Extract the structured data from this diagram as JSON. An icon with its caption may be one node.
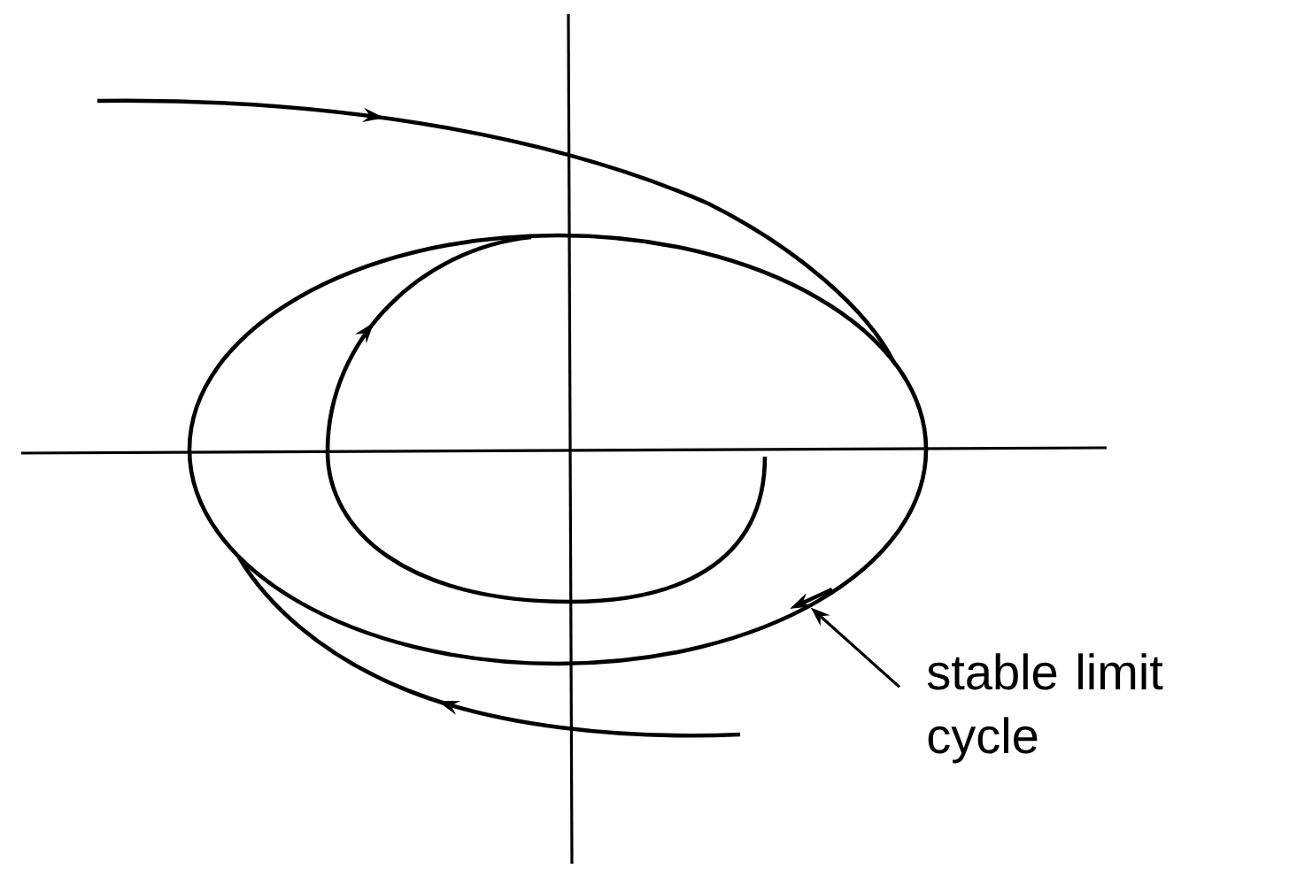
{
  "diagram": {
    "nodes": [
      {
        "text": [
          "stable limit cycle"
        ]
      },
      {
        "text": [],
        "shape": "ellipse"
      }
    ],
    "edges": [
      {
        "from": 0,
        "to": 1,
        "arrow": "to"
      }
    ]
  }
}
